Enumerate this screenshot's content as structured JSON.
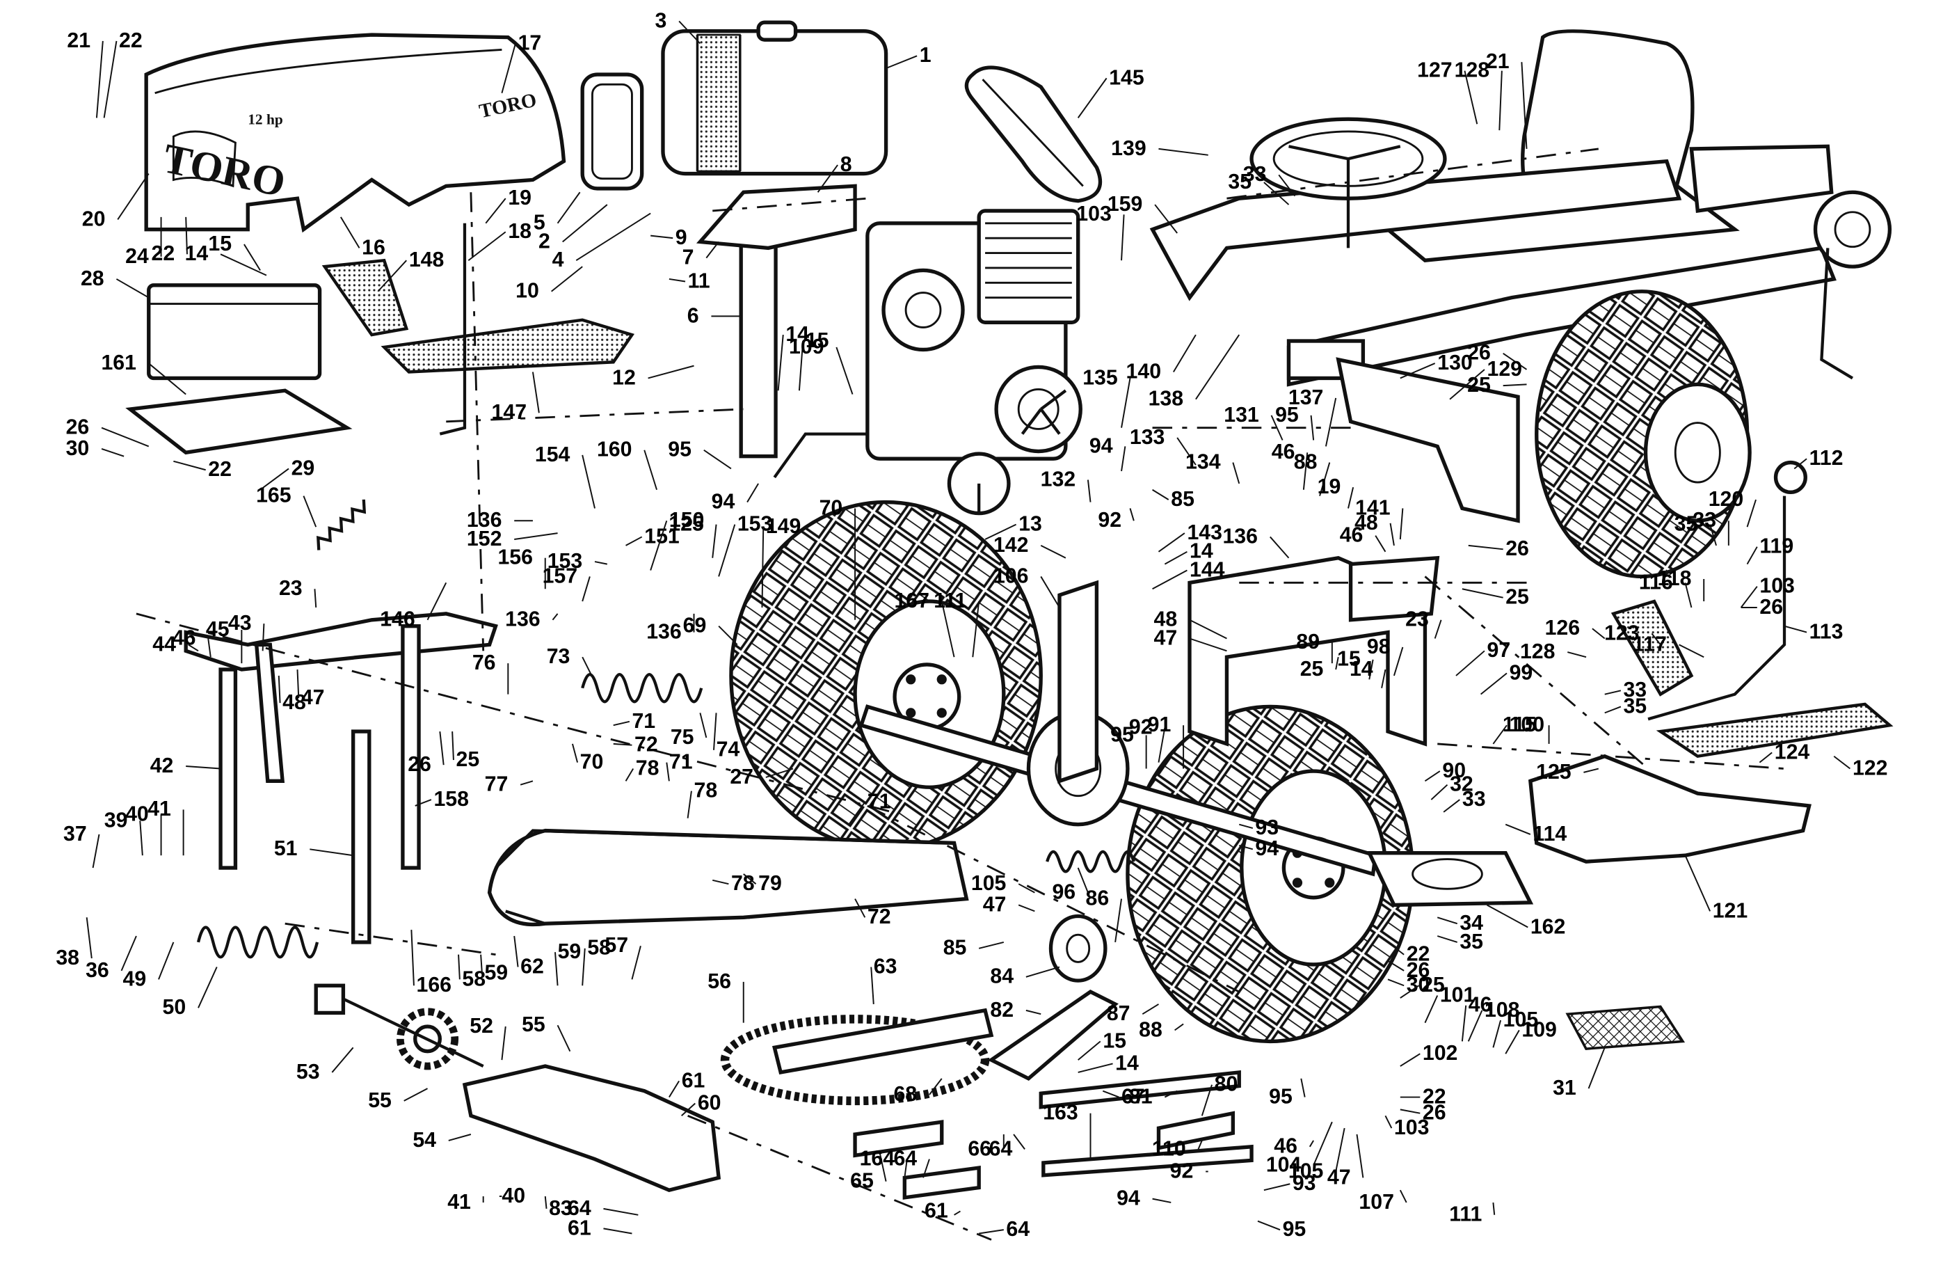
{
  "brand": {
    "logo": "TORO",
    "hood_badge": "12 hp"
  },
  "callouts": [
    {
      "id": "c21a",
      "text": "21"
    },
    {
      "id": "c22a",
      "text": "22"
    },
    {
      "id": "c17",
      "text": "17"
    },
    {
      "id": "c3",
      "text": "3"
    },
    {
      "id": "c1",
      "text": "1"
    },
    {
      "id": "c145",
      "text": "145"
    },
    {
      "id": "c127",
      "text": "127"
    },
    {
      "id": "c128a",
      "text": "128"
    },
    {
      "id": "c21b",
      "text": "21"
    },
    {
      "id": "c139",
      "text": "139"
    },
    {
      "id": "c33a",
      "text": "33"
    },
    {
      "id": "c35a",
      "text": "35"
    },
    {
      "id": "c20",
      "text": "20"
    },
    {
      "id": "c24",
      "text": "24"
    },
    {
      "id": "c22b",
      "text": "22"
    },
    {
      "id": "c16",
      "text": "16"
    },
    {
      "id": "c19a",
      "text": "19"
    },
    {
      "id": "c18",
      "text": "18"
    },
    {
      "id": "c5",
      "text": "5"
    },
    {
      "id": "c2",
      "text": "2"
    },
    {
      "id": "c4",
      "text": "4"
    },
    {
      "id": "c9",
      "text": "9"
    },
    {
      "id": "c8",
      "text": "8"
    },
    {
      "id": "c7",
      "text": "7"
    },
    {
      "id": "c15a",
      "text": "15"
    },
    {
      "id": "c14a",
      "text": "14"
    },
    {
      "id": "c28",
      "text": "28"
    },
    {
      "id": "c148",
      "text": "148"
    },
    {
      "id": "c10",
      "text": "10"
    },
    {
      "id": "c11",
      "text": "11"
    },
    {
      "id": "c6",
      "text": "6"
    },
    {
      "id": "c12",
      "text": "12"
    },
    {
      "id": "c103a",
      "text": "103"
    },
    {
      "id": "c159",
      "text": "159"
    },
    {
      "id": "c140",
      "text": "140"
    },
    {
      "id": "c138",
      "text": "138"
    },
    {
      "id": "c26a",
      "text": "26"
    },
    {
      "id": "c25a",
      "text": "25"
    },
    {
      "id": "c130",
      "text": "130"
    },
    {
      "id": "c129",
      "text": "129"
    },
    {
      "id": "c161",
      "text": "161"
    },
    {
      "id": "c147",
      "text": "147"
    },
    {
      "id": "c14b",
      "text": "14"
    },
    {
      "id": "c15b",
      "text": "15"
    },
    {
      "id": "c109a",
      "text": "109"
    },
    {
      "id": "c135",
      "text": "135"
    },
    {
      "id": "c131",
      "text": "131"
    },
    {
      "id": "c137",
      "text": "137"
    },
    {
      "id": "c26b",
      "text": "26"
    },
    {
      "id": "c30",
      "text": "30"
    },
    {
      "id": "c22c",
      "text": "22"
    },
    {
      "id": "c29",
      "text": "29"
    },
    {
      "id": "c165",
      "text": "165"
    },
    {
      "id": "c154",
      "text": "154"
    },
    {
      "id": "c160",
      "text": "160"
    },
    {
      "id": "c95a",
      "text": "95"
    },
    {
      "id": "c94a",
      "text": "94"
    },
    {
      "id": "c133",
      "text": "133"
    },
    {
      "id": "c134",
      "text": "134"
    },
    {
      "id": "c95b",
      "text": "95"
    },
    {
      "id": "c46a",
      "text": "46"
    },
    {
      "id": "c88a",
      "text": "88"
    },
    {
      "id": "c19b",
      "text": "19"
    },
    {
      "id": "c112",
      "text": "112"
    },
    {
      "id": "c94b",
      "text": "94"
    },
    {
      "id": "c132",
      "text": "132"
    },
    {
      "id": "c85a",
      "text": "85"
    },
    {
      "id": "c92a",
      "text": "92"
    },
    {
      "id": "c136a",
      "text": "136"
    },
    {
      "id": "c152",
      "text": "152"
    },
    {
      "id": "c151",
      "text": "151"
    },
    {
      "id": "c150",
      "text": "150"
    },
    {
      "id": "c125a",
      "text": "125"
    },
    {
      "id": "c153a",
      "text": "153"
    },
    {
      "id": "c149",
      "text": "149"
    },
    {
      "id": "c70a",
      "text": "70"
    },
    {
      "id": "c13",
      "text": "13"
    },
    {
      "id": "c142",
      "text": "142"
    },
    {
      "id": "c143",
      "text": "143"
    },
    {
      "id": "c14c",
      "text": "14"
    },
    {
      "id": "c144",
      "text": "144"
    },
    {
      "id": "c136b",
      "text": "136"
    },
    {
      "id": "c141",
      "text": "141"
    },
    {
      "id": "c48a",
      "text": "48"
    },
    {
      "id": "c46b",
      "text": "46"
    },
    {
      "id": "c26c",
      "text": "26"
    },
    {
      "id": "c120",
      "text": "120"
    },
    {
      "id": "c35b",
      "text": "35"
    },
    {
      "id": "c33b",
      "text": "33"
    },
    {
      "id": "c119",
      "text": "119"
    },
    {
      "id": "c153b",
      "text": "153"
    },
    {
      "id": "c146",
      "text": "146"
    },
    {
      "id": "c156",
      "text": "156"
    },
    {
      "id": "c157",
      "text": "157"
    },
    {
      "id": "c136c",
      "text": "136"
    },
    {
      "id": "c136d",
      "text": "136"
    },
    {
      "id": "c69",
      "text": "69"
    },
    {
      "id": "c167",
      "text": "167"
    },
    {
      "id": "c111a",
      "text": "111"
    },
    {
      "id": "c106",
      "text": "106"
    },
    {
      "id": "c25b",
      "text": "25"
    },
    {
      "id": "c118",
      "text": "118"
    },
    {
      "id": "c103b",
      "text": "103"
    },
    {
      "id": "c116",
      "text": "116"
    },
    {
      "id": "c26d",
      "text": "26"
    },
    {
      "id": "c113",
      "text": "113"
    },
    {
      "id": "c126",
      "text": "126"
    },
    {
      "id": "c23a",
      "text": "23"
    },
    {
      "id": "c44",
      "text": "44"
    },
    {
      "id": "c46c",
      "text": "46"
    },
    {
      "id": "c45",
      "text": "45"
    },
    {
      "id": "c43",
      "text": "43"
    },
    {
      "id": "c48b",
      "text": "48"
    },
    {
      "id": "c47a",
      "text": "47"
    },
    {
      "id": "c76",
      "text": "76"
    },
    {
      "id": "c73",
      "text": "73"
    },
    {
      "id": "c48c",
      "text": "48"
    },
    {
      "id": "c47b",
      "text": "47"
    },
    {
      "id": "c25c",
      "text": "25"
    },
    {
      "id": "c15c",
      "text": "15"
    },
    {
      "id": "c14d",
      "text": "14"
    },
    {
      "id": "c98",
      "text": "98"
    },
    {
      "id": "c23b",
      "text": "23"
    },
    {
      "id": "c97",
      "text": "97"
    },
    {
      "id": "c89",
      "text": "89"
    },
    {
      "id": "c99",
      "text": "99"
    },
    {
      "id": "c117",
      "text": "117"
    },
    {
      "id": "c123",
      "text": "123"
    },
    {
      "id": "c128b",
      "text": "128"
    },
    {
      "id": "c33c",
      "text": "33"
    },
    {
      "id": "c35c",
      "text": "35"
    },
    {
      "id": "c71a",
      "text": "71"
    },
    {
      "id": "c75",
      "text": "75"
    },
    {
      "id": "c74",
      "text": "74"
    },
    {
      "id": "c26e",
      "text": "26"
    },
    {
      "id": "c25d",
      "text": "25"
    },
    {
      "id": "c70b",
      "text": "70"
    },
    {
      "id": "c72a",
      "text": "72"
    },
    {
      "id": "c78a",
      "text": "78"
    },
    {
      "id": "c71b",
      "text": "71"
    },
    {
      "id": "c77",
      "text": "77"
    },
    {
      "id": "c78b",
      "text": "78"
    },
    {
      "id": "c27",
      "text": "27"
    },
    {
      "id": "c95c",
      "text": "95"
    },
    {
      "id": "c92b",
      "text": "92"
    },
    {
      "id": "c91",
      "text": "91"
    },
    {
      "id": "c100",
      "text": "100"
    },
    {
      "id": "c115",
      "text": "115"
    },
    {
      "id": "c42",
      "text": "42"
    },
    {
      "id": "c158",
      "text": "158"
    },
    {
      "id": "c90",
      "text": "90"
    },
    {
      "id": "c32",
      "text": "32"
    },
    {
      "id": "c33d",
      "text": "33"
    },
    {
      "id": "c125b",
      "text": "125"
    },
    {
      "id": "c124",
      "text": "124"
    },
    {
      "id": "c122",
      "text": "122"
    },
    {
      "id": "c37",
      "text": "37"
    },
    {
      "id": "c39",
      "text": "39"
    },
    {
      "id": "c40a",
      "text": "40"
    },
    {
      "id": "c41a",
      "text": "41"
    },
    {
      "id": "c51",
      "text": "51"
    },
    {
      "id": "c71c",
      "text": "71"
    },
    {
      "id": "c93a",
      "text": "93"
    },
    {
      "id": "c94c",
      "text": "94"
    },
    {
      "id": "c114",
      "text": "114"
    },
    {
      "id": "c121",
      "text": "121"
    },
    {
      "id": "c38",
      "text": "38"
    },
    {
      "id": "c36",
      "text": "36"
    },
    {
      "id": "c49",
      "text": "49"
    },
    {
      "id": "c50",
      "text": "50"
    },
    {
      "id": "c78c",
      "text": "78"
    },
    {
      "id": "c79",
      "text": "79"
    },
    {
      "id": "c72b",
      "text": "72"
    },
    {
      "id": "c105a",
      "text": "105"
    },
    {
      "id": "c47c",
      "text": "47"
    },
    {
      "id": "c96",
      "text": "96"
    },
    {
      "id": "c162",
      "text": "162"
    },
    {
      "id": "c34",
      "text": "34"
    },
    {
      "id": "c35d",
      "text": "35"
    },
    {
      "id": "c58a",
      "text": "58"
    },
    {
      "id": "c59a",
      "text": "59"
    },
    {
      "id": "c62",
      "text": "62"
    },
    {
      "id": "c59b",
      "text": "59"
    },
    {
      "id": "c58b",
      "text": "58"
    },
    {
      "id": "c57",
      "text": "57"
    },
    {
      "id": "c85b",
      "text": "85"
    },
    {
      "id": "c86",
      "text": "86"
    },
    {
      "id": "c84",
      "text": "84"
    },
    {
      "id": "c22d",
      "text": "22"
    },
    {
      "id": "c26f",
      "text": "26"
    },
    {
      "id": "c30b",
      "text": "30"
    },
    {
      "id": "c25e",
      "text": "25"
    },
    {
      "id": "c166",
      "text": "166"
    },
    {
      "id": "c56",
      "text": "56"
    },
    {
      "id": "c63",
      "text": "63"
    },
    {
      "id": "c82",
      "text": "82"
    },
    {
      "id": "c87",
      "text": "87"
    },
    {
      "id": "c88b",
      "text": "88"
    },
    {
      "id": "c101",
      "text": "101"
    },
    {
      "id": "c46d",
      "text": "46"
    },
    {
      "id": "c108",
      "text": "108"
    },
    {
      "id": "c105b",
      "text": "105"
    },
    {
      "id": "c109b",
      "text": "109"
    },
    {
      "id": "c53",
      "text": "53"
    },
    {
      "id": "c52",
      "text": "52"
    },
    {
      "id": "c55a",
      "text": "55"
    },
    {
      "id": "c15d",
      "text": "15"
    },
    {
      "id": "c14e",
      "text": "14"
    },
    {
      "id": "c102",
      "text": "102"
    },
    {
      "id": "c31",
      "text": "31"
    },
    {
      "id": "c55b",
      "text": "55"
    },
    {
      "id": "c61a",
      "text": "61"
    },
    {
      "id": "c60",
      "text": "60"
    },
    {
      "id": "c68",
      "text": "68"
    },
    {
      "id": "c67",
      "text": "67"
    },
    {
      "id": "c81",
      "text": "81"
    },
    {
      "id": "c80",
      "text": "80"
    },
    {
      "id": "c95d",
      "text": "95"
    },
    {
      "id": "c22e",
      "text": "22"
    },
    {
      "id": "c26g",
      "text": "26"
    },
    {
      "id": "c103c",
      "text": "103"
    },
    {
      "id": "c54",
      "text": "54"
    },
    {
      "id": "c66",
      "text": "66"
    },
    {
      "id": "c64a",
      "text": "64"
    },
    {
      "id": "c163",
      "text": "163"
    },
    {
      "id": "c110",
      "text": "110"
    },
    {
      "id": "c46e",
      "text": "46"
    },
    {
      "id": "c104",
      "text": "104"
    },
    {
      "id": "c105c",
      "text": "105"
    },
    {
      "id": "c47d",
      "text": "47"
    },
    {
      "id": "c65",
      "text": "65"
    },
    {
      "id": "c164",
      "text": "164"
    },
    {
      "id": "c64b",
      "text": "64"
    },
    {
      "id": "c92c",
      "text": "92"
    },
    {
      "id": "c93b",
      "text": "93"
    },
    {
      "id": "c41b",
      "text": "41"
    },
    {
      "id": "c40b",
      "text": "40"
    },
    {
      "id": "c83",
      "text": "83"
    },
    {
      "id": "c107",
      "text": "107"
    },
    {
      "id": "c111b",
      "text": "111"
    },
    {
      "id": "c64c",
      "text": "64"
    },
    {
      "id": "c61b",
      "text": "61"
    },
    {
      "id": "c61c",
      "text": "61"
    },
    {
      "id": "c94d",
      "text": "94"
    },
    {
      "id": "c95e",
      "text": "95"
    },
    {
      "id": "c64d",
      "text": "64"
    }
  ]
}
